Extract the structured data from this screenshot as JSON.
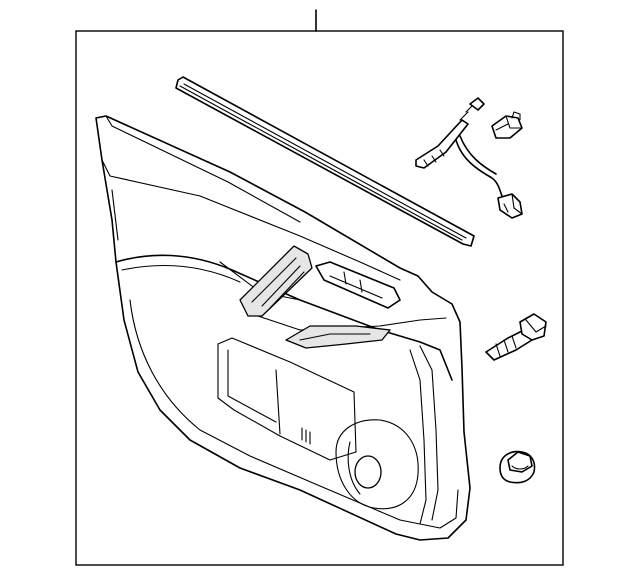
{
  "diagram": {
    "colors": {
      "line": "#000000",
      "background": "#ffffff",
      "shade": "#e6e6e6"
    },
    "parts": [
      {
        "name": "door-trim-panel"
      },
      {
        "name": "belt-weatherstrip"
      },
      {
        "name": "courtesy-lamp-wiring"
      },
      {
        "name": "lamp-bulb-socket"
      },
      {
        "name": "trim-screw"
      },
      {
        "name": "trim-clip"
      }
    ]
  }
}
